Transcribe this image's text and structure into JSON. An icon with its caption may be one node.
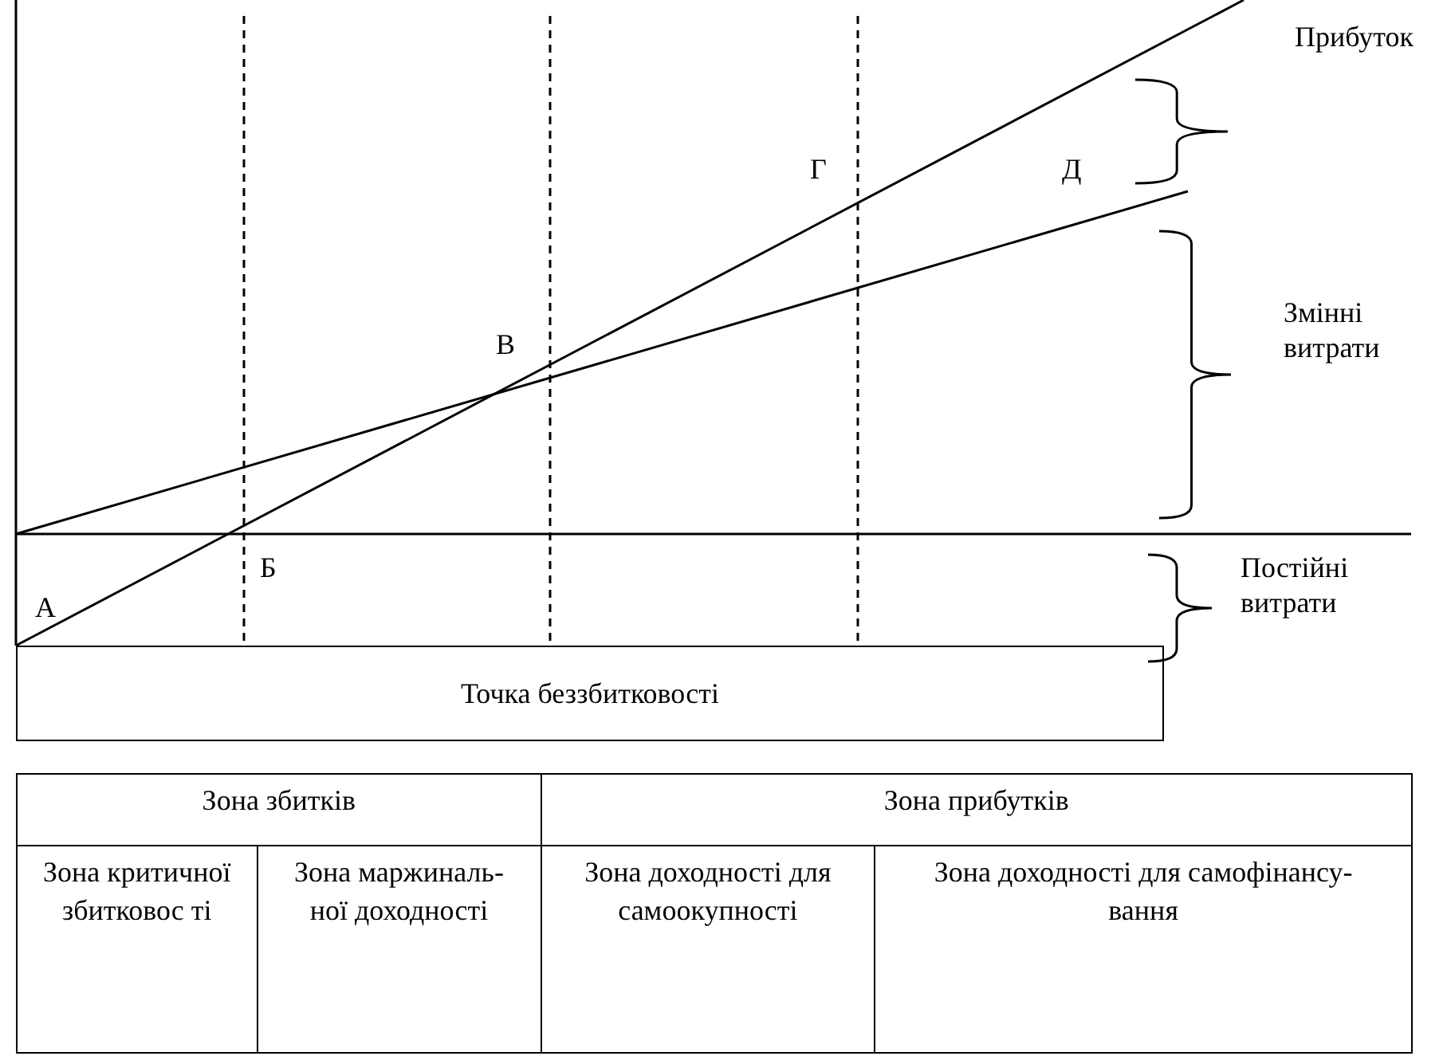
{
  "diagram": {
    "nodes": [
      {
        "text": [
          "Точка беззбитковості"
        ]
      }
    ],
    "labels": [
      "Прибуток",
      "Г",
      "Д",
      "В",
      "Змінні витрати",
      "Б",
      "Постійні витрати",
      "А",
      "Зона збитків",
      "Зона прибутків",
      "Зона критичної збитковос ті",
      "Зона маржиналь- ної доходності",
      "Зона доходності для самоокупності",
      "Зона доходності для самофінансу- вання"
    ]
  }
}
